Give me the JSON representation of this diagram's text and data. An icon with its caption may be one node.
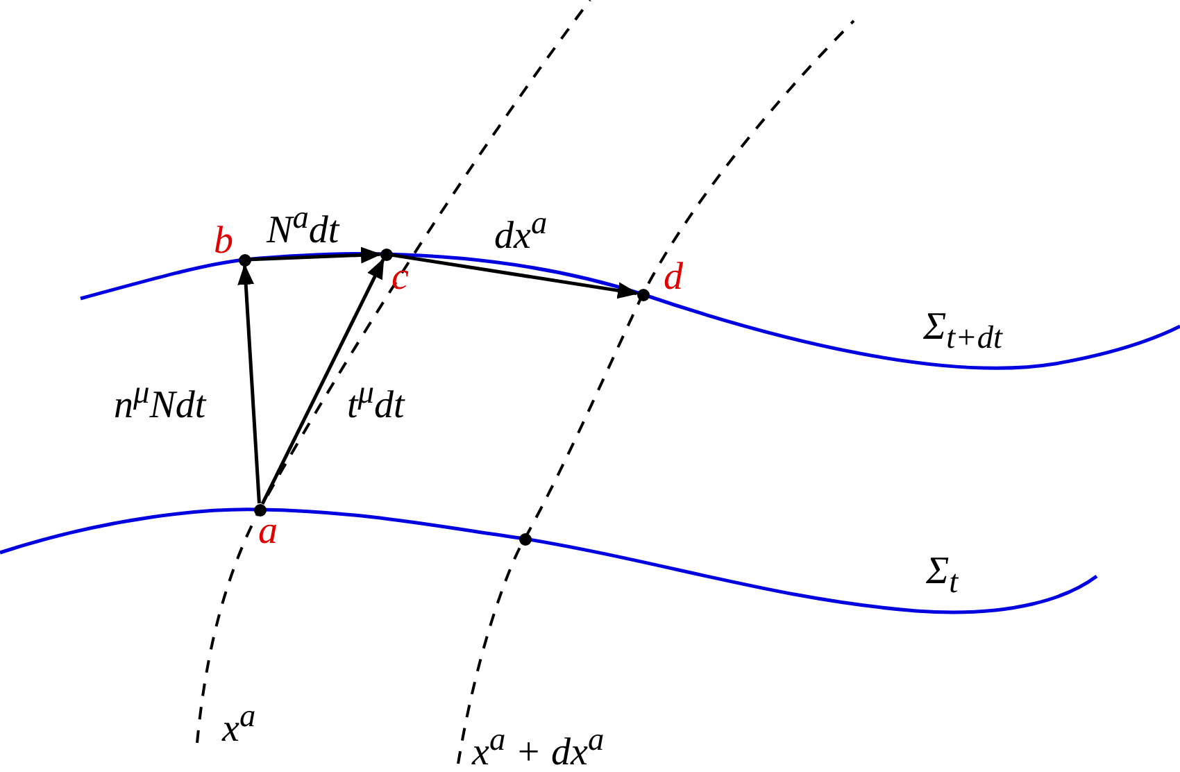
{
  "diagram": {
    "nodes": [
      {
        "text": [],
        "shape": "circle",
        "beside": [
          "b"
        ]
      },
      {
        "text": [],
        "shape": "circle",
        "beside": [
          "c"
        ]
      },
      {
        "text": [],
        "shape": "circle",
        "beside": [
          "d"
        ]
      },
      {
        "text": [],
        "shape": "circle",
        "beside": [
          "a"
        ]
      },
      {
        "text": [],
        "shape": "circle"
      }
    ],
    "edges": [
      {
        "from": 3,
        "to": 0,
        "arrow": "to",
        "label": "n$^{μ}$Ndt"
      },
      {
        "from": 3,
        "to": 1,
        "arrow": "to",
        "label": "t$^{μ}$dt"
      },
      {
        "from": 0,
        "to": 1,
        "arrow": "to",
        "label": "N$^{a}$dt"
      },
      {
        "from": 1,
        "to": 2,
        "arrow": "to",
        "label": "dx$^{a}$"
      }
    ],
    "labels": [
      "Σ$_{t+dt}$",
      "Σ$_{t}$",
      "x$^{a}$",
      "x$^{a}$ + dx$^{a}$"
    ]
  }
}
